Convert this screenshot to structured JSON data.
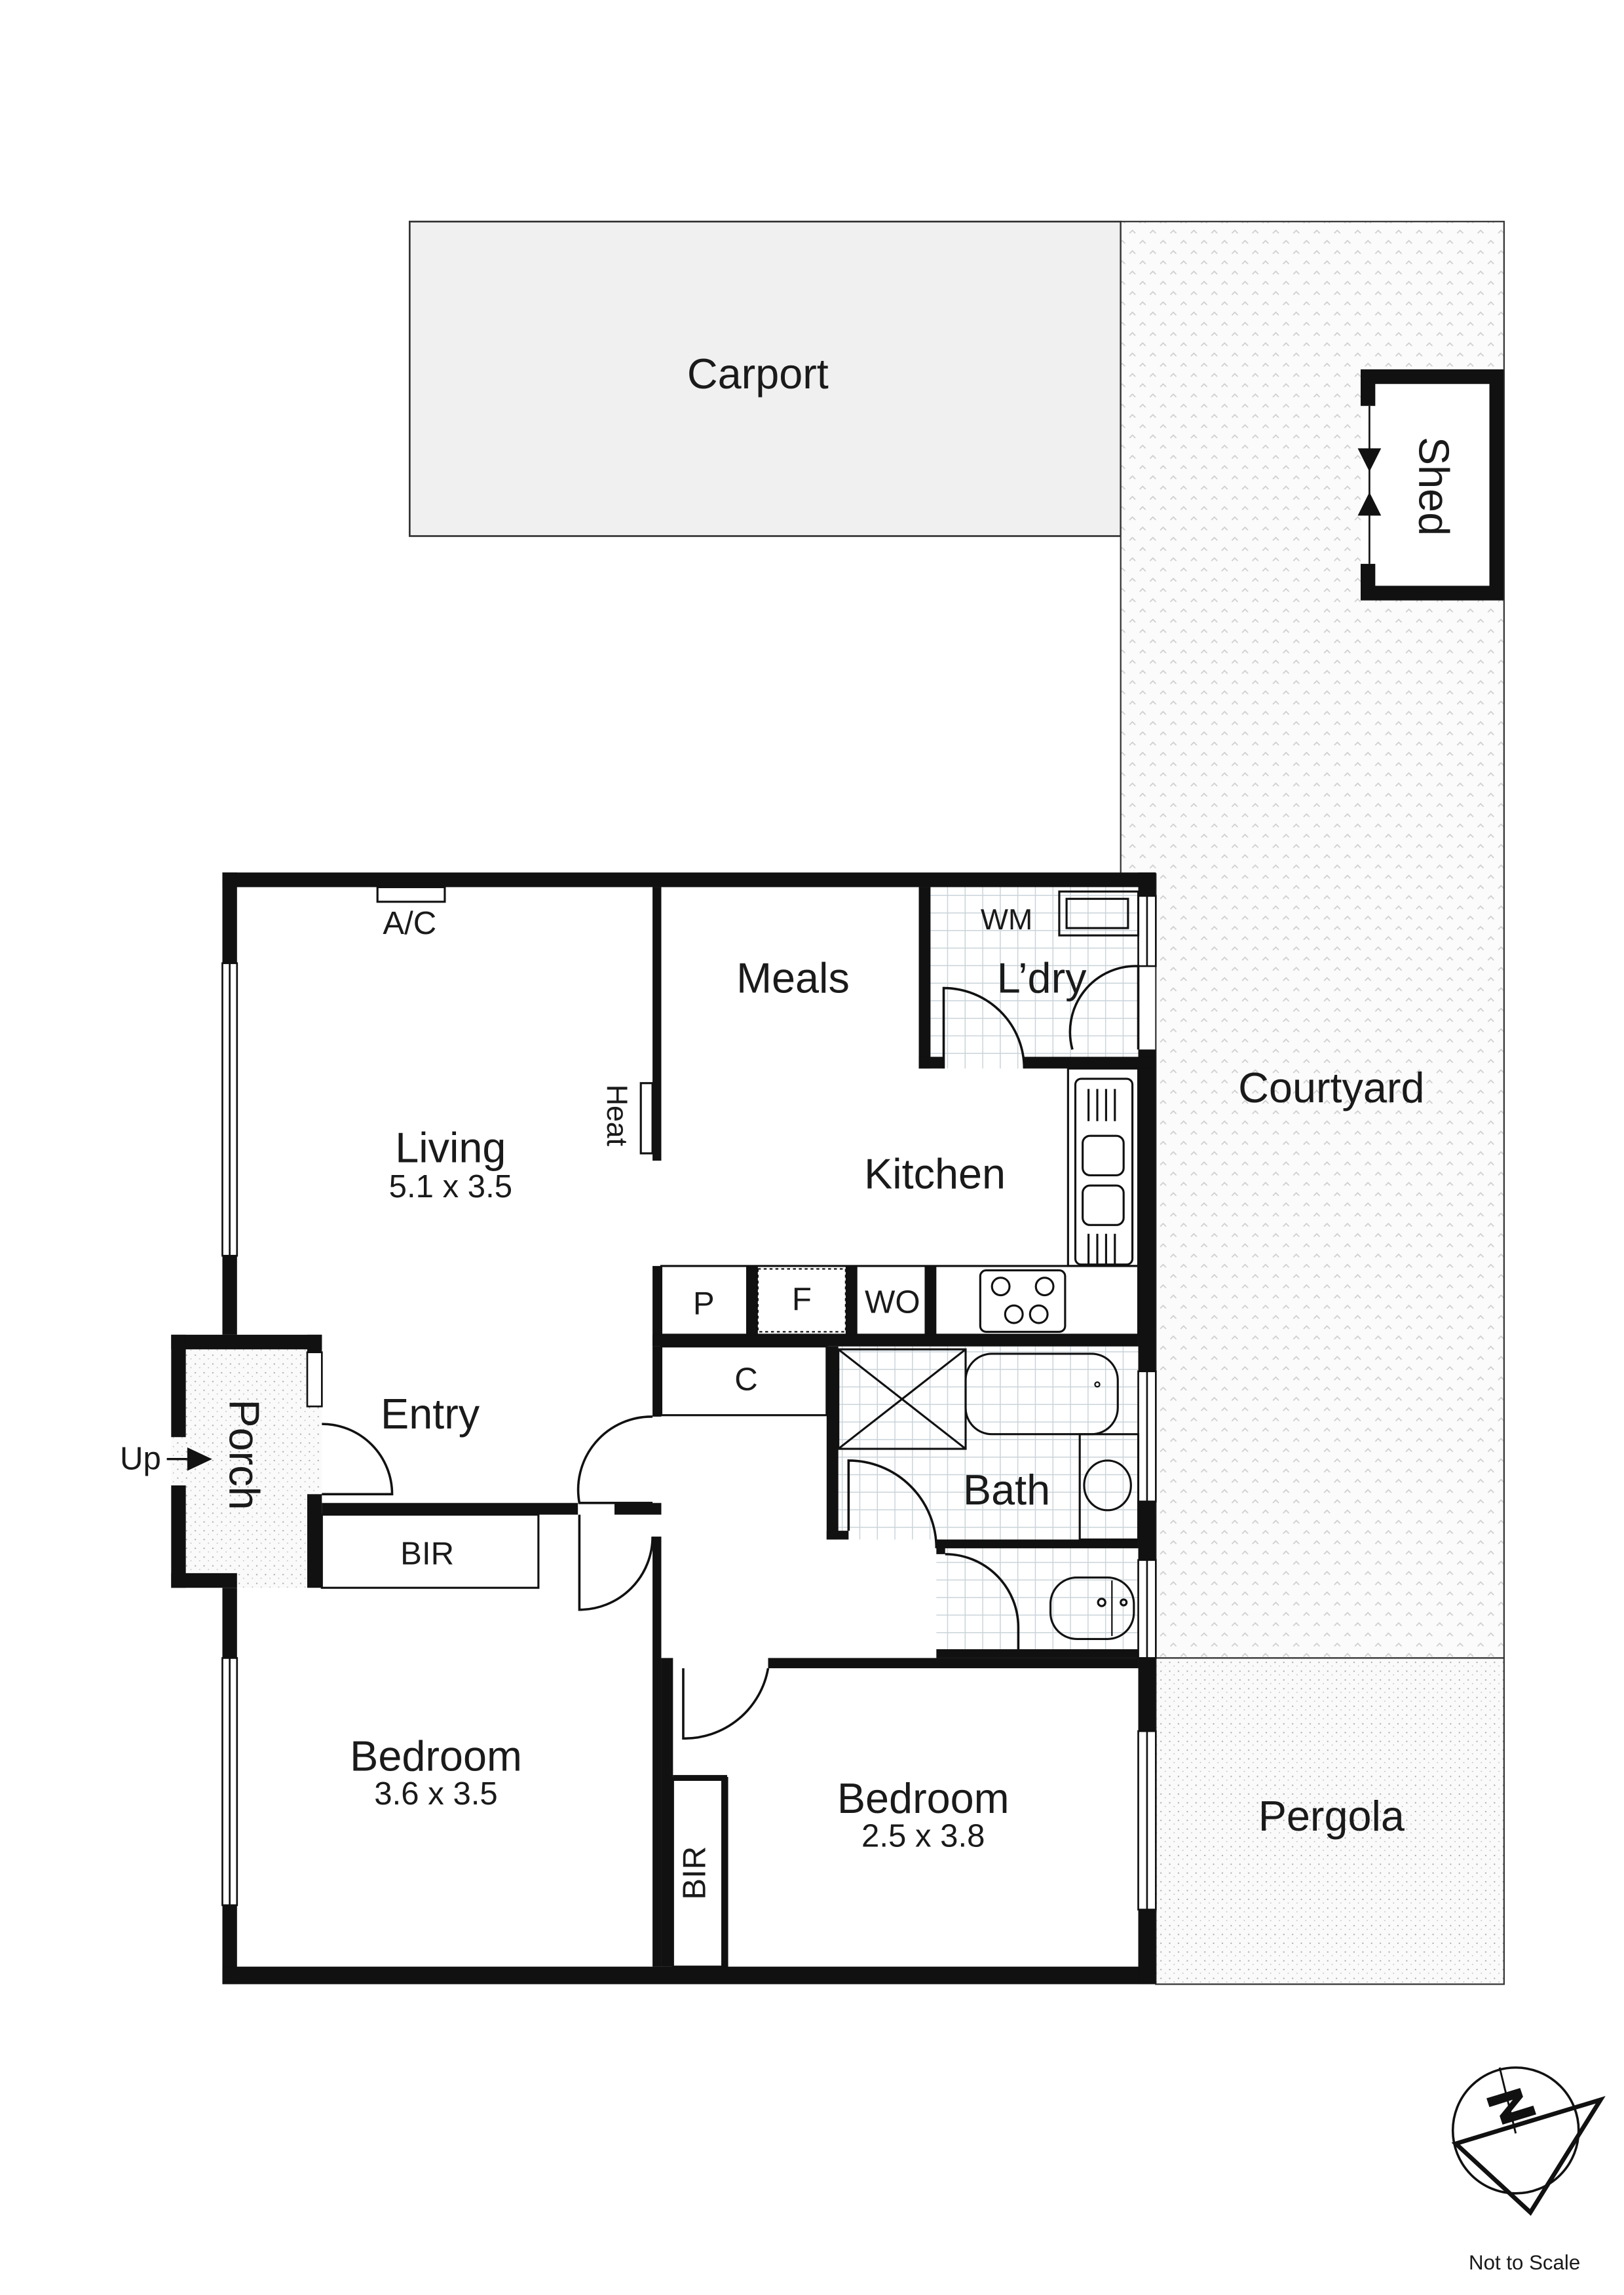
{
  "plan": {
    "rooms": {
      "carport": "Carport",
      "shed": "Shed",
      "courtyard": "Courtyard",
      "pergola": "Pergola",
      "meals": "Meals",
      "laundry": "L’dry",
      "washing_machine": "WM",
      "living": "Living",
      "living_dim": "5.1 x 3.5",
      "ac": "A/C",
      "heat": "Heat",
      "kitchen": "Kitchen",
      "pantry": "P",
      "fridge": "F",
      "wall_oven": "WO",
      "cupboard": "C",
      "bath": "Bath",
      "porch": "Porch",
      "entry": "Entry",
      "up": "Up",
      "bir1": "BIR",
      "bir2": "BIR",
      "bedroom1": "Bedroom",
      "bedroom1_dim": "3.6 x 3.5",
      "bedroom2": "Bedroom",
      "bedroom2_dim": "2.5 x 3.8"
    },
    "compass": {
      "icon": "north-arrow-icon",
      "letter": "N"
    },
    "scale_note": "Not to Scale",
    "colors": {
      "walls": "#111111",
      "tile_grid": "#c9d3d9",
      "paving": "#f2f2f2",
      "carport_fill": "#f0f0f0"
    }
  }
}
